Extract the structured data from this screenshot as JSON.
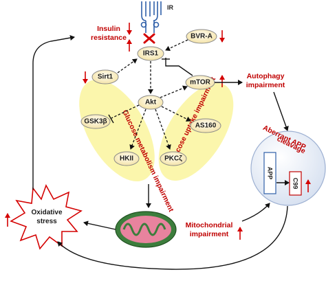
{
  "receptor": {
    "label": "IR"
  },
  "nodes": {
    "irs1": "IRS1",
    "bvra": "BVR-A",
    "sirt1": "Sirt1",
    "mtor": "mTOR",
    "akt": "Akt",
    "gsk3b": "GSK3β",
    "as160": "AS160",
    "hkii": "HKII",
    "pkcz": "PKCζ",
    "app": "APP",
    "c99": "C99"
  },
  "regions": {
    "glucose_metabolism": "Glucose metabolism impairment",
    "glucose_uptake": "Glucose uptake impairment"
  },
  "outcomes": {
    "insulin_resistance_line1": "Insulin",
    "insulin_resistance_line2": "resistance",
    "autophagy_line1": "Autophagy",
    "autophagy_line2": "impairment",
    "mitochondrial_line1": "Mitochondrial",
    "mitochondrial_line2": "impairment",
    "oxidative_line1": "Oxidative",
    "oxidative_line2": "stress",
    "aberrant_app_line1": "Aberrant APP",
    "aberrant_app_line2": "cleavage"
  },
  "colors": {
    "accent_red": "#c00000",
    "node_fill": "#fdf0c4",
    "node_stroke": "#8a8a8a",
    "region_yellow": "#fbf6a8",
    "receptor_blue": "#2e5fa8",
    "circle_fill": "#e9eef7",
    "mito_outer": "#3c7d3c",
    "mito_inner": "#e06a8a"
  }
}
